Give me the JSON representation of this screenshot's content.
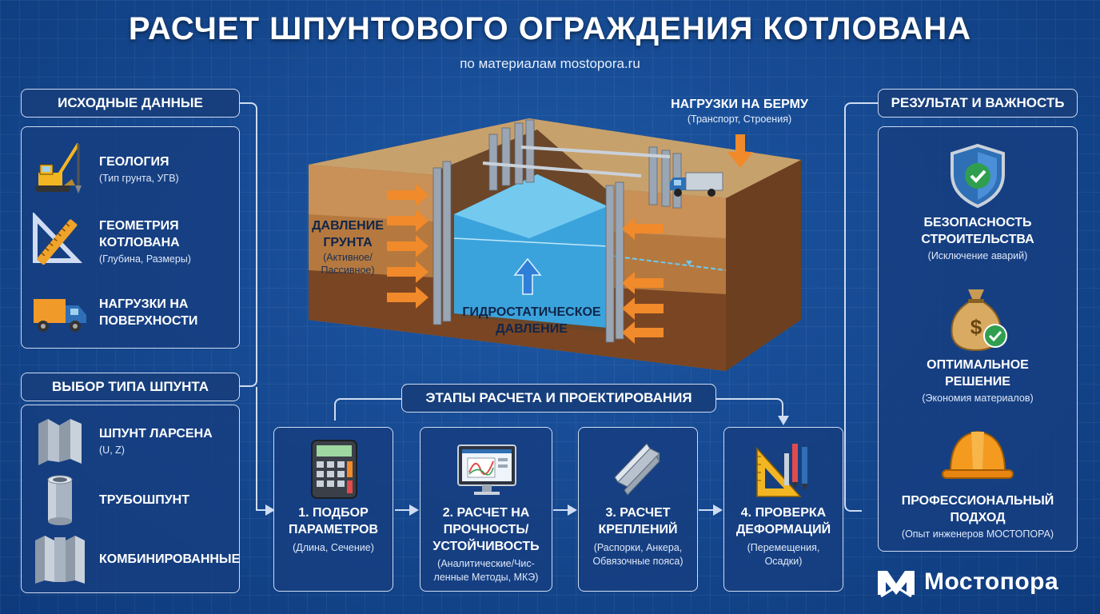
{
  "header": {
    "title": "РАСЧЕТ ШПУНТОВОГО ОГРАЖДЕНИЯ КОТЛОВАНА",
    "subtitle": "по материалам mostopora.ru"
  },
  "input_data": {
    "heading": "ИСХОДНЫЕ ДАННЫЕ",
    "items": [
      {
        "label_lines": [
          "ГЕОЛОГИЯ"
        ],
        "sub": "(Тип грунта, УГВ)",
        "icon": "excavator-drill-icon"
      },
      {
        "label_lines": [
          "ГЕОМЕТРИЯ",
          "КОТЛОВАНА"
        ],
        "sub": "(Глубина, Размеры)",
        "icon": "ruler-triangle-icon"
      },
      {
        "label_lines": [
          "НАГРУЗКИ НА",
          "ПОВЕРХНОСТИ"
        ],
        "sub": "",
        "icon": "truck-icon"
      }
    ]
  },
  "sheet_type": {
    "heading": "ВЫБОР ТИПА ШПУНТА",
    "items": [
      {
        "label": "ШПУНТ ЛАРСЕНА",
        "sub": "(U, Z)",
        "icon": "larssen-sheet-pile-icon"
      },
      {
        "label": "ТРУБОШПУНТ",
        "sub": "",
        "icon": "pipe-pile-icon"
      },
      {
        "label": "КОМБИНИРОВАННЫЕ",
        "sub": "",
        "icon": "combined-pile-icon"
      }
    ]
  },
  "diagram": {
    "berm_load": "НАГРУЗКИ НА БЕРМУ",
    "berm_load_sub": "(Транспорт, Строения)",
    "soil_pressure_lines": [
      "ДАВЛЕНИЕ",
      "ГРУНТА"
    ],
    "soil_pressure_sub_lines": [
      "(Активное/",
      "Пассивное)"
    ],
    "hydro_lines": [
      "ГИДРОСТАТИЧЕСКОЕ",
      "ДАВЛЕНИЕ"
    ]
  },
  "stages": {
    "heading": "ЭТАПЫ РАСЧЕТА И ПРОЕКТИРОВАНИЯ",
    "items": [
      {
        "label_lines": [
          "1. ПОДБОР",
          "ПАРАМЕТРОВ"
        ],
        "sub_lines": [
          "(Длина, Сечение)"
        ],
        "icon": "calculator-icon"
      },
      {
        "label_lines": [
          "2. РАСЧЕТ НА",
          "ПРОЧНОСТЬ/",
          "УСТОЙЧИВОСТЬ"
        ],
        "sub_lines": [
          "(Аналитические/Чис-",
          "ленные Методы, МКЭ)"
        ],
        "icon": "monitor-chart-icon"
      },
      {
        "label_lines": [
          "3. РАСЧЕТ",
          "КРЕПЛЕНИЙ"
        ],
        "sub_lines": [
          "(Распорки, Анкера,",
          "Обвязочные пояса)"
        ],
        "icon": "steel-beam-icon"
      },
      {
        "label_lines": [
          "4. ПРОВЕРКА",
          "ДЕФОРМАЦИЙ"
        ],
        "sub_lines": [
          "(Перемещения,",
          "Осадки)"
        ],
        "icon": "drafting-tools-icon"
      }
    ]
  },
  "results": {
    "heading": "РЕЗУЛЬТАТ И ВАЖНОСТЬ",
    "items": [
      {
        "label_lines": [
          "БЕЗОПАСНОСТЬ",
          "СТРОИТЕЛЬСТВА"
        ],
        "sub": "(Исключение аварий)",
        "icon": "shield-check-icon"
      },
      {
        "label_lines": [
          "ОПТИМАЛЬНОЕ",
          "РЕШЕНИЕ"
        ],
        "sub": "(Экономия материалов)",
        "icon": "money-bag-icon"
      },
      {
        "label_lines": [
          "ПРОФЕССИОНАЛЬНЫЙ",
          "ПОДХОД"
        ],
        "sub": "(Опыт инженеров МОСТОПОРА)",
        "icon": "hard-hat-icon"
      }
    ]
  },
  "logo": {
    "name": "Мостопора"
  },
  "colors": {
    "accent_orange": "#f08a2a",
    "line": "#cfdcf2",
    "background": "#164a92"
  }
}
